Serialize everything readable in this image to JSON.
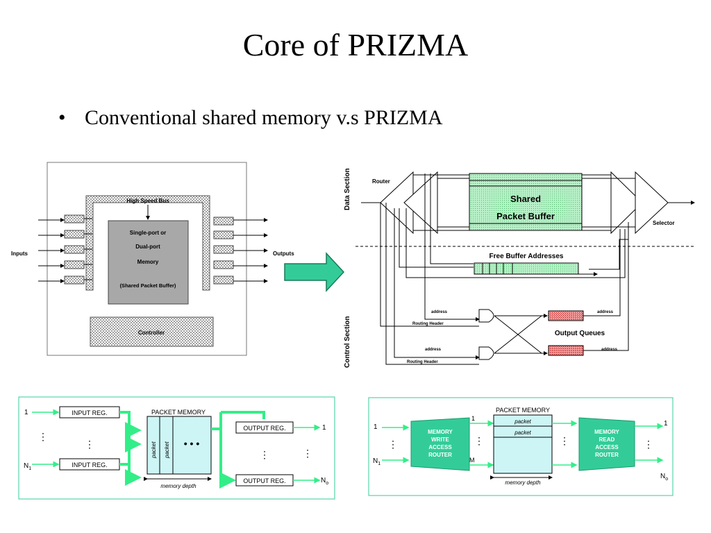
{
  "title": "Core of PRIZMA",
  "bullet": "Conventional shared memory v.s PRIZMA",
  "conventional": {
    "bus_label": "High Speed Bus",
    "memory_lines": [
      "Single-port or",
      "Dual-port",
      "Memory"
    ],
    "memory_sub": "(Shared Packet Buffer)",
    "inputs_label": "Inputs",
    "outputs_label": "Outputs",
    "controller_label": "Controller"
  },
  "prizma": {
    "data_section": "Data Section",
    "control_section": "Control Section",
    "router": "Router",
    "selector": "Selector",
    "buffer_lines": [
      "Shared",
      "Packet Buffer"
    ],
    "free_addresses": "Free Buffer Addresses",
    "output_queues": "Output Queues",
    "address": "address",
    "routing_header": "Routing Header"
  },
  "shared_memory_fig": {
    "input_reg": "INPUT REG.",
    "output_reg": "OUTPUT REG.",
    "packet_memory": "PACKET MEMORY",
    "packet": "packet",
    "memory_depth": "memory depth",
    "in_first": "1",
    "in_last": "N",
    "in_last_sub": "1",
    "out_first": "1",
    "out_last": "N",
    "out_last_sub": "o"
  },
  "router_fig": {
    "packet_memory": "PACKET MEMORY",
    "packet": "packet",
    "memory_depth": "memory depth",
    "write_router": [
      "MEMORY",
      "WRITE",
      "ACCESS",
      "ROUTER"
    ],
    "read_router": [
      "MEMORY",
      "READ",
      "ACCESS",
      "ROUTER"
    ],
    "row_first": "1",
    "row_last": "M",
    "in_first": "1",
    "in_last": "N",
    "in_last_sub": "1",
    "out_first": "1",
    "out_last": "N",
    "out_last_sub": "o"
  },
  "colors": {
    "accent_green": "#33cc99",
    "buffer_green": "#99e6b3",
    "queue_red": "#cc3333",
    "bright_green": "#33ee88"
  }
}
